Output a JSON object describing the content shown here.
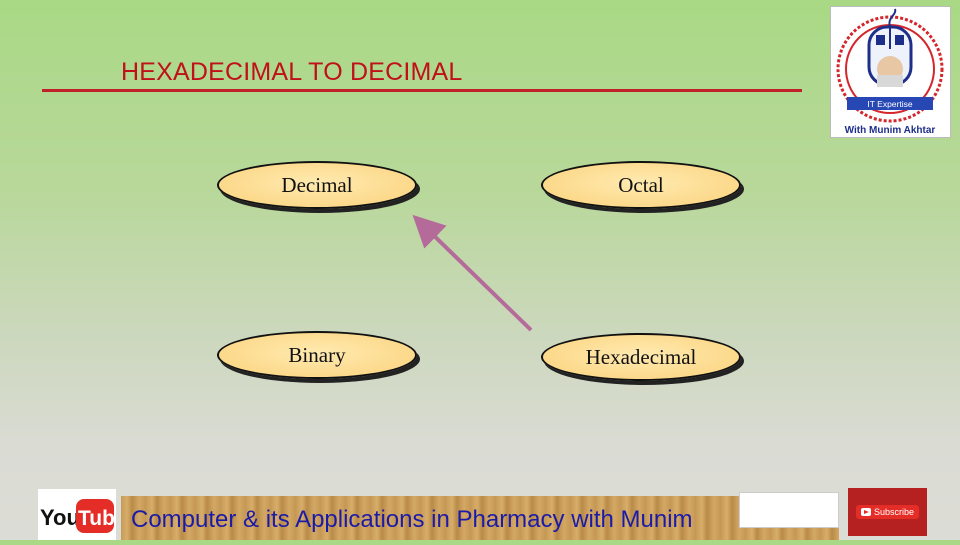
{
  "slide": {
    "title": "HEXADECIMAL TO DECIMAL",
    "accent_color": "#c0202a"
  },
  "nodes": {
    "decimal": "Decimal",
    "octal": "Octal",
    "binary": "Binary",
    "hexadecimal": "Hexadecimal"
  },
  "arrow": {
    "from": "Hexadecimal",
    "to": "Decimal",
    "color": "#b56b9a"
  },
  "logo": {
    "banner": "IT Expertise",
    "caption": "With Munim Akhtar",
    "icon": "computer-mouse-portrait-logo"
  },
  "footer": {
    "youtube_logo_text": "YouTube",
    "channel_text": "Computer & its Applications in Pharmacy with Munim",
    "subscribe_label": "Subscribe"
  }
}
